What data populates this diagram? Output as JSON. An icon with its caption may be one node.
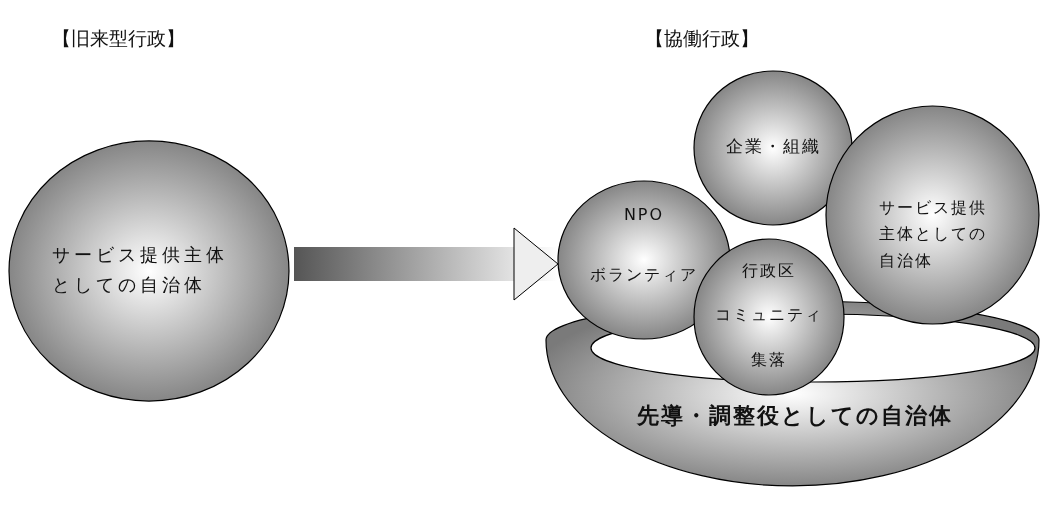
{
  "diagram": {
    "nodes": [
      {
        "text": [
          "サービス提供主体としての自治体"
        ]
      },
      {
        "text": [
          "企業・組織"
        ]
      },
      {
        "text": [
          "NPO",
          "ボランティア"
        ]
      },
      {
        "text": [
          "サービス提供主体としての自治体"
        ]
      },
      {
        "text": [
          "行政区",
          "コミュニティ",
          "集落"
        ]
      },
      {
        "text": [
          "先導・調整役としての自治体"
        ]
      }
    ],
    "edges": [
      {
        "from": 0,
        "to": 2,
        "arrow": "to"
      }
    ],
    "labels": [
      "【旧来型行政】",
      "【協働行政】"
    ]
  }
}
